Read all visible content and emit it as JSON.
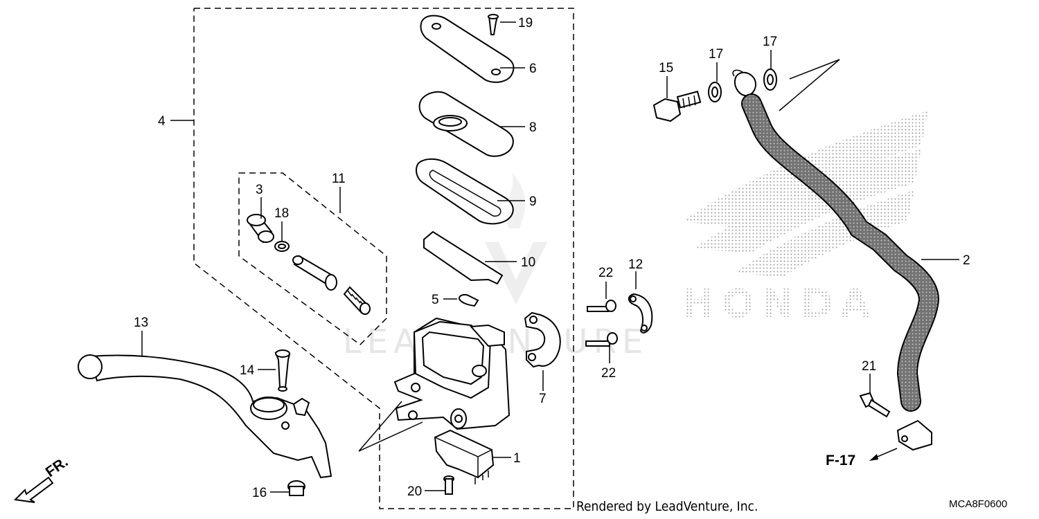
{
  "labels": {
    "p1": "1",
    "p2": "2",
    "p3": "3",
    "p4": "4",
    "p5": "5",
    "p6": "6",
    "p7": "7",
    "p8": "8",
    "p9": "9",
    "p10": "10",
    "p11": "11",
    "p12": "12",
    "p13": "13",
    "p14": "14",
    "p15": "15",
    "p16": "16",
    "p17a": "17",
    "p17b": "17",
    "p18": "18",
    "p19": "19",
    "p20": "20",
    "p21": "21",
    "p22a": "22",
    "p22b": "22"
  },
  "ref_label": "F-17",
  "direction_label": "FR.",
  "brand_watermark": "HONDA",
  "site_watermark": "LEADVENTURE",
  "footer": {
    "rendered_by": "Rendered by LeadVenture, Inc.",
    "diagram_code": "MCA8F0600"
  },
  "colors": {
    "ink": "#000000",
    "watermark": "#e6e6e6",
    "background": "#ffffff"
  }
}
